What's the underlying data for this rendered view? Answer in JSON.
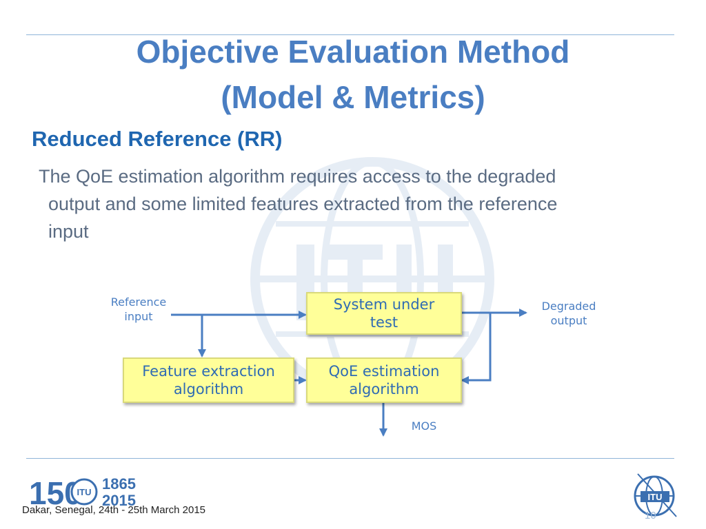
{
  "slide": {
    "title_line1": "Objective Evaluation Method",
    "title_line2": "(Model & Metrics)",
    "subheading": "Reduced Reference (RR)",
    "body_line1": "The QoE estimation algorithm requires access to the degraded",
    "body_line2": "output and some limited features extracted from the reference",
    "body_line3": "input"
  },
  "diagram": {
    "reference_input_line1": "Reference",
    "reference_input_line2": "input",
    "system_under_test_line1": "System under",
    "system_under_test_line2": "test",
    "degraded_output_line1": "Degraded",
    "degraded_output_line2": "output",
    "feature_extraction_line1": "Feature extraction",
    "feature_extraction_line2": "algorithm",
    "qoe_estimation_line1": "QoE estimation",
    "qoe_estimation_line2": "algorithm",
    "mos": "MOS"
  },
  "footer": {
    "location_date": "Dakar, Senegal, 24th - 25th March 2015",
    "page_number": "10",
    "anniversary_number": "150",
    "anniversary_year_start": "1865",
    "anniversary_year_end": "2015",
    "logo_text": "ITU"
  },
  "colors": {
    "title": "#4a7ec2",
    "subheading": "#1f66b0",
    "body": "#5a6b82",
    "box_fill": "#ffff99",
    "arrow": "#4a7ec2"
  },
  "icons": [
    "itu-watermark-icon",
    "itu-150-logo-icon",
    "itu-logo-icon"
  ]
}
